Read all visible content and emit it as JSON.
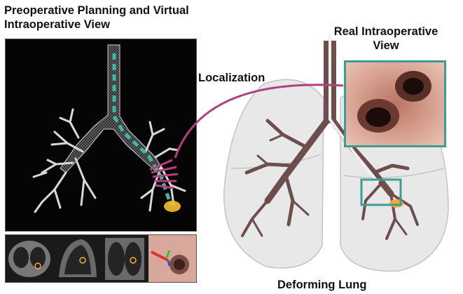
{
  "labels": {
    "left_title": "Preoperative Planning and Virtual Intraoperative View",
    "right_title": "Real Intraoperative View",
    "localization": "Localization",
    "deforming": "Deforming Lung"
  },
  "colors": {
    "teal_frame": "#3f9c93",
    "connector": "#b43f7d",
    "airway": "#6e4d4d",
    "path": "#3fb7a6",
    "target": "#f2c12e"
  },
  "icons": [
    "ct-slice-axial",
    "ct-slice-sagittal",
    "ct-slice-coronal",
    "endoscope-render"
  ]
}
